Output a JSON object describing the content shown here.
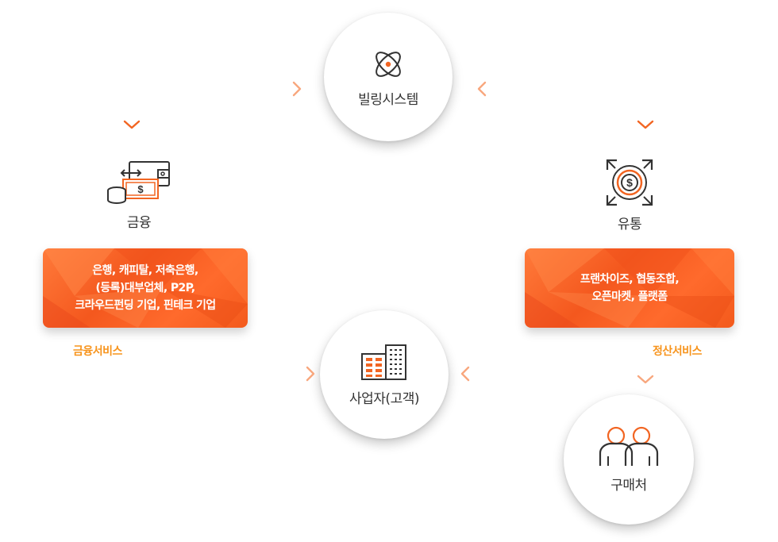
{
  "billing": {
    "label": "빌링시스템",
    "icon": "atom-icon"
  },
  "business": {
    "label": "사업자(고객)",
    "icon": "building-icon"
  },
  "buyer": {
    "label": "구매처",
    "icon": "people-icon"
  },
  "finance": {
    "label": "금융",
    "icon": "money-transfer-icon",
    "box_lines": [
      "은행, 캐피탈, 저축은행,",
      "(등록)대부업체, P2P,",
      "크라우드펀딩 기업, 핀테크 기업"
    ],
    "service": "금융서비스"
  },
  "distribution": {
    "label": "유통",
    "icon": "dollar-coin-icon",
    "box_lines": [
      "프랜차이즈, 협동조합,",
      "오픈마켓, 플랫폼"
    ],
    "service": "정산서비스"
  },
  "colors": {
    "accent": "#f26522",
    "chevron_light": "#f8a77e",
    "service_text": "#f7941d",
    "dark": "#333333"
  }
}
